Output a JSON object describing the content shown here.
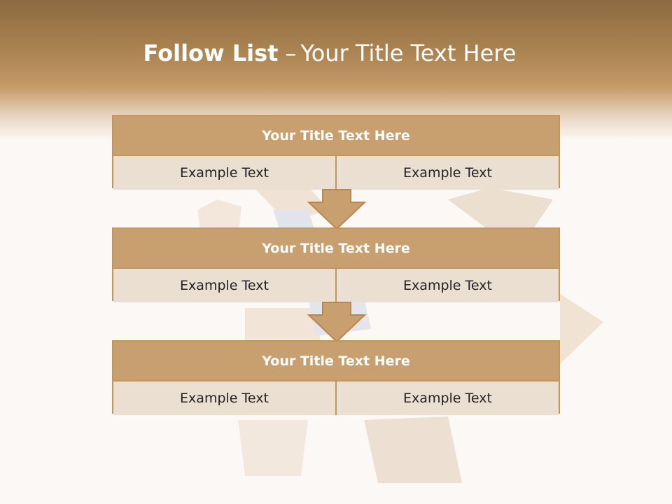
{
  "slide": {
    "title_bold": "Follow List",
    "title_dash": "–",
    "title_rest": "Your Title Text Here"
  },
  "blocks": [
    {
      "title": "Your Title Text Here",
      "left_text": "Example Text",
      "right_text": "Example Text"
    },
    {
      "title": "Your Title Text Here",
      "left_text": "Example Text",
      "right_text": "Example Text"
    },
    {
      "title": "Your Title Text Here",
      "left_text": "Example Text",
      "right_text": "Example Text"
    }
  ],
  "colors": {
    "header_band": "#a9824f",
    "block_title_fill": "#c89f6e",
    "block_cell_fill": "#ebdfd2",
    "border": "#c29559",
    "background": "#fcf8f5"
  }
}
